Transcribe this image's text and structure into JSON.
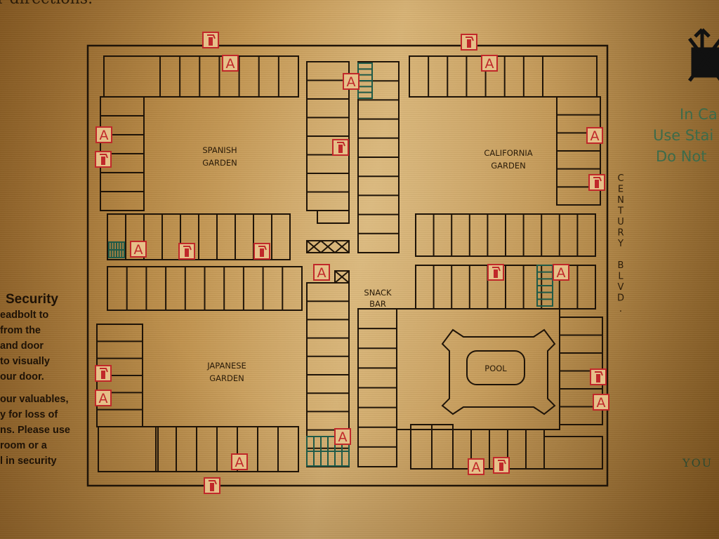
{
  "header_fragment": "r directions.",
  "left_panel": {
    "heading": "Security",
    "lines": [
      "eadbolt to",
      "from the",
      "and door",
      "to visually",
      "our door."
    ],
    "lines2": [
      "our valuables,",
      "y for loss of",
      "ns. Please use",
      "room or a",
      "l in security"
    ]
  },
  "right_panel": {
    "icon": "no-elevator-icon",
    "lines": [
      "In Ca",
      "Use Stai",
      "Do Not"
    ],
    "bottom_fragment": "YOU"
  },
  "map": {
    "areas": {
      "spanish": [
        "SPANISH",
        "GARDEN"
      ],
      "california": [
        "CALIFORNIA",
        "GARDEN"
      ],
      "japanese": [
        "JAPANESE",
        "GARDEN"
      ],
      "snack": [
        "SNACK",
        "BAR"
      ],
      "pool": "POOL"
    },
    "street": [
      "C",
      "E",
      "N",
      "T",
      "U",
      "R",
      "Y",
      "",
      "B",
      "L",
      "V",
      "D",
      "."
    ],
    "alarm_label": "A",
    "colors": {
      "line": "#1f1408",
      "marker": "#c0282a",
      "stairs": "#1f5a48"
    }
  }
}
